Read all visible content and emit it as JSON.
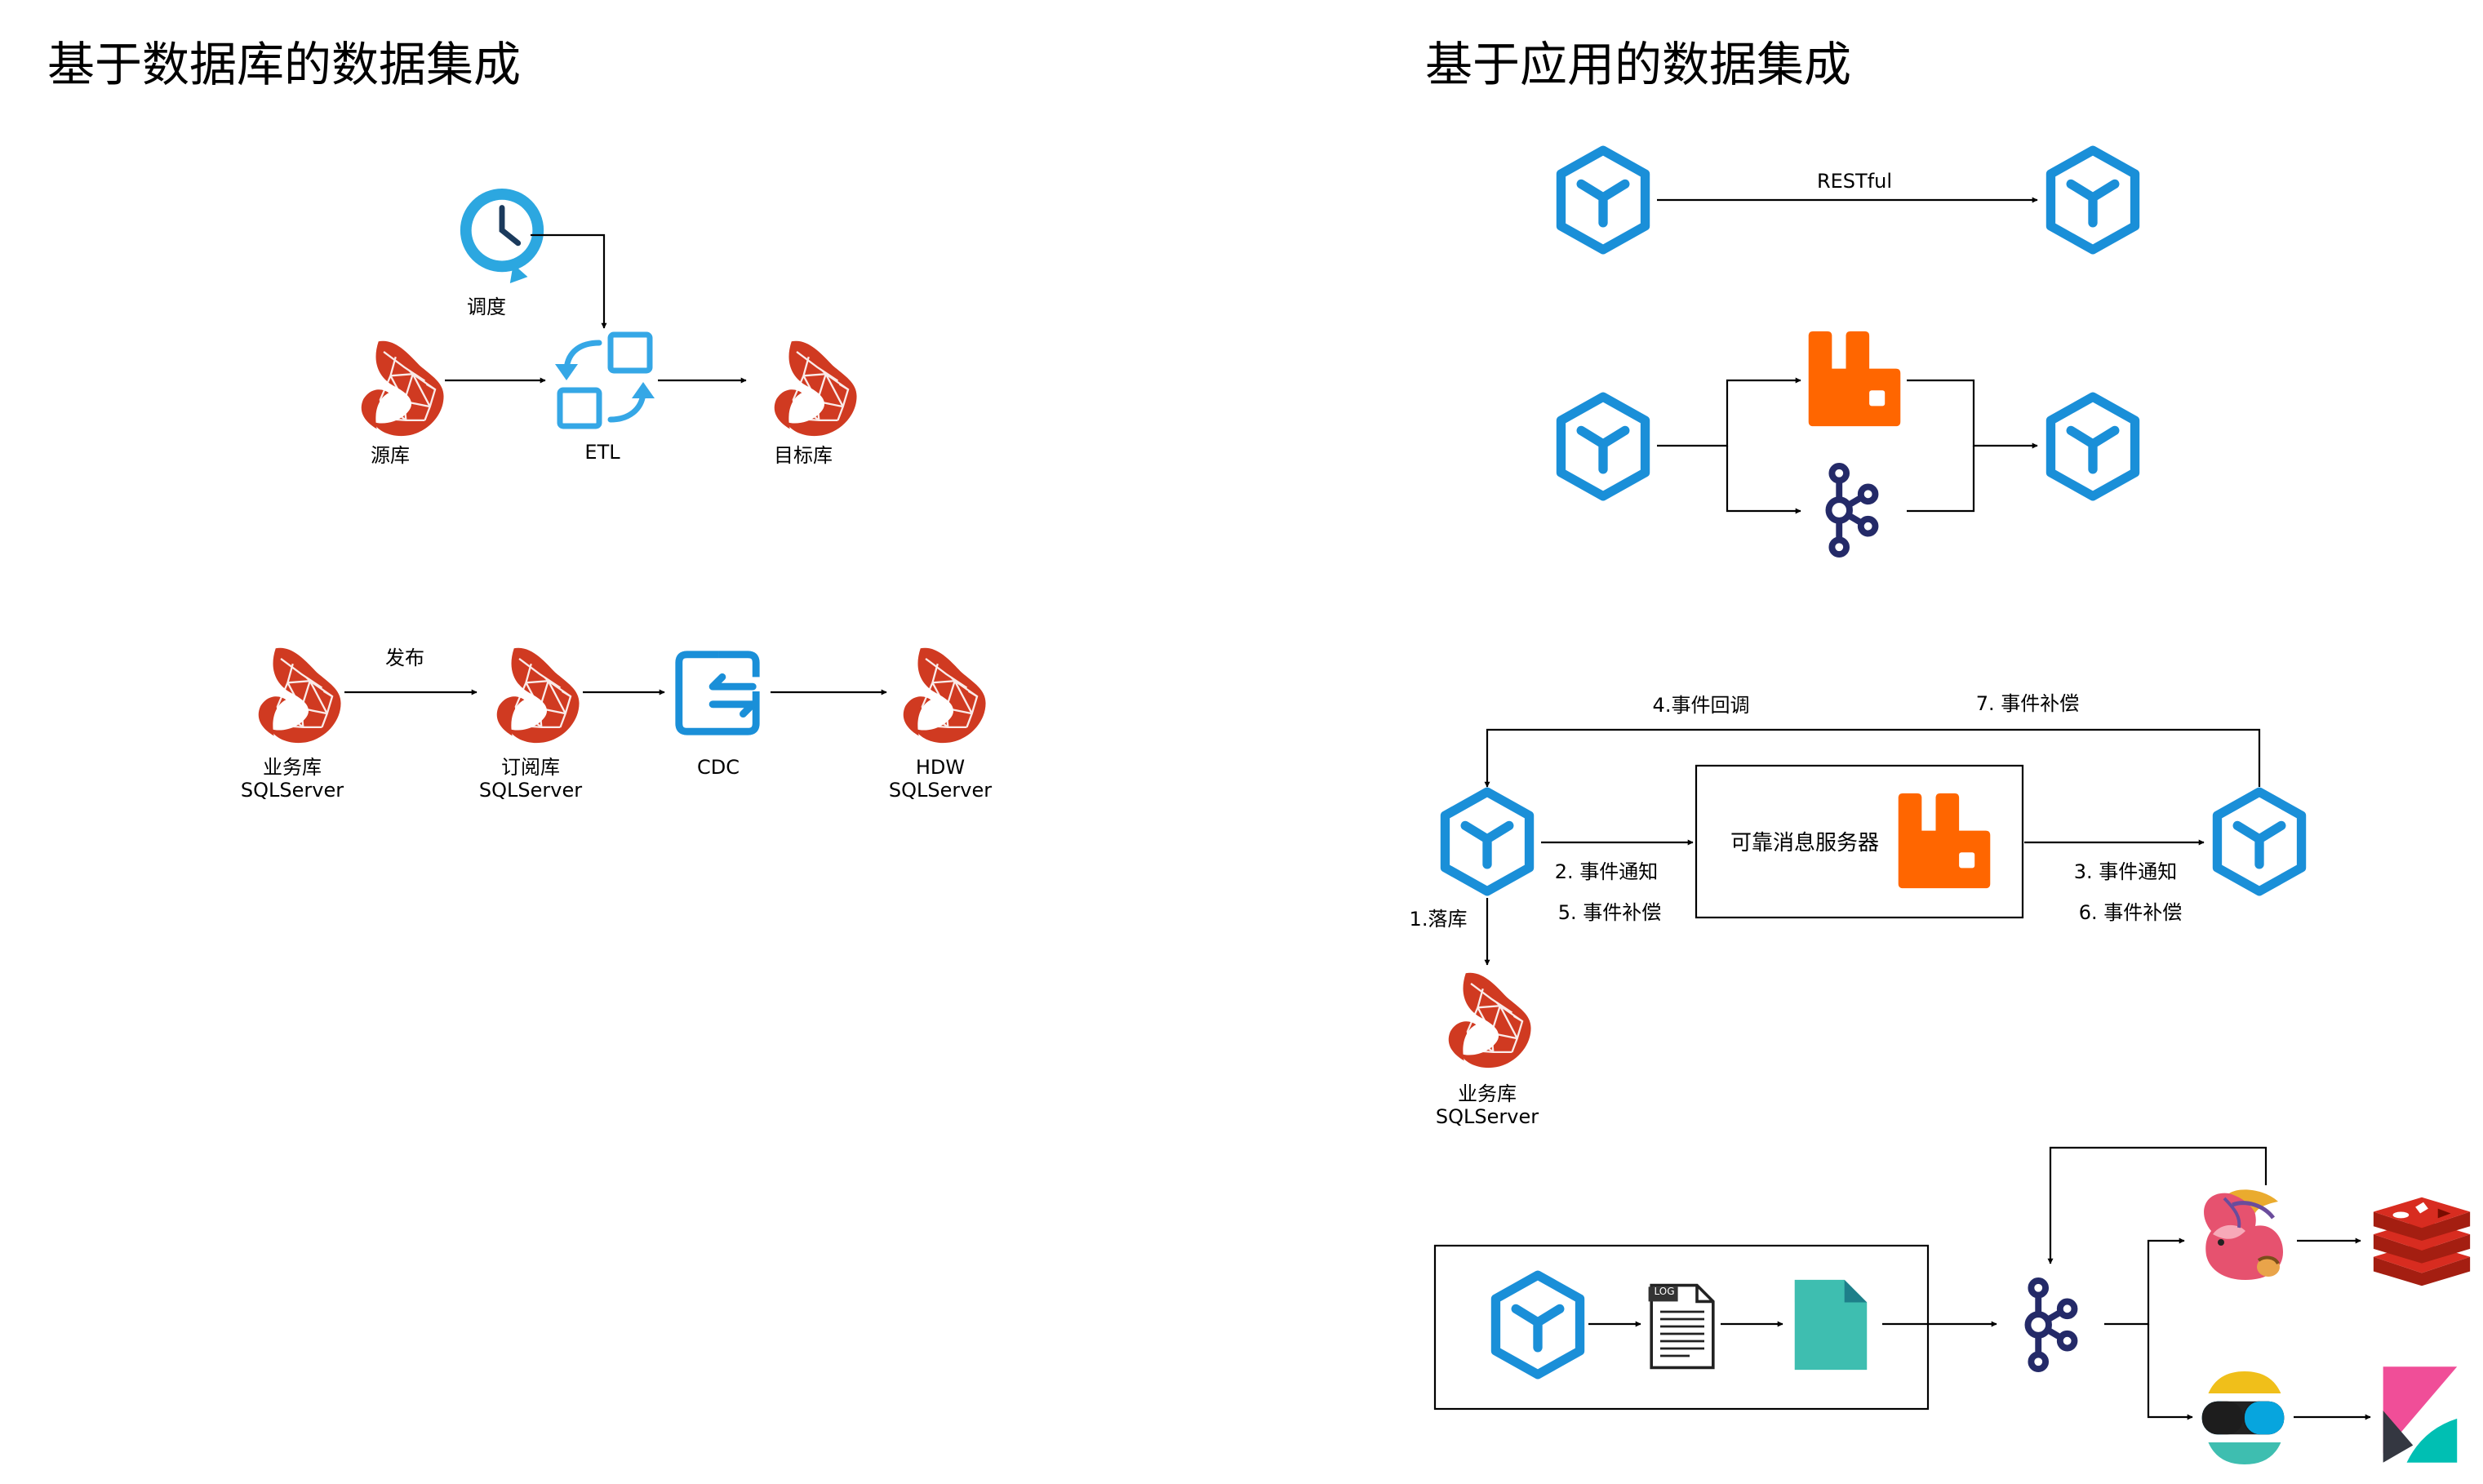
{
  "left_panel": {
    "title": "基于数据库的数据集成",
    "etl_flow": {
      "schedule_label": "调度",
      "source_label": "源库",
      "etl_label": "ETL",
      "target_label": "目标库"
    },
    "cdc_flow": {
      "publish_label": "发布",
      "business_db": [
        "业务库",
        "SQLServer"
      ],
      "subscribe_db": [
        "订阅库",
        "SQLServer"
      ],
      "cdc_label": "CDC",
      "hdw_db": [
        "HDW",
        "SQLServer"
      ]
    }
  },
  "right_panel": {
    "title": "基于应用的数据集成",
    "rest_flow": {
      "edge_label": "RESTful"
    },
    "reliable_msg_flow": {
      "server_label": "可靠消息服务器",
      "step_1": "1.落库",
      "step_2": "2. 事件通知",
      "step_3": "3. 事件通知",
      "step_4": "4.事件回调",
      "step_5": "5. 事件补偿",
      "step_6": "6. 事件补偿",
      "step_7": "7. 事件补偿",
      "db_label": [
        "业务库",
        "SQLServer"
      ]
    },
    "log_flow": {
      "log_badge": "LOG"
    }
  },
  "colors": {
    "app_blue": "#1a8fd8",
    "etl_blue": "#35a7e6",
    "sqlserver_red": "#d03a21",
    "rabbitmq_orange": "#ff6600",
    "kafka_navy": "#242a68",
    "redis_red": "#d82c20",
    "file_teal": "#3ebeb0",
    "clock_blue": "#2ca7e0"
  }
}
